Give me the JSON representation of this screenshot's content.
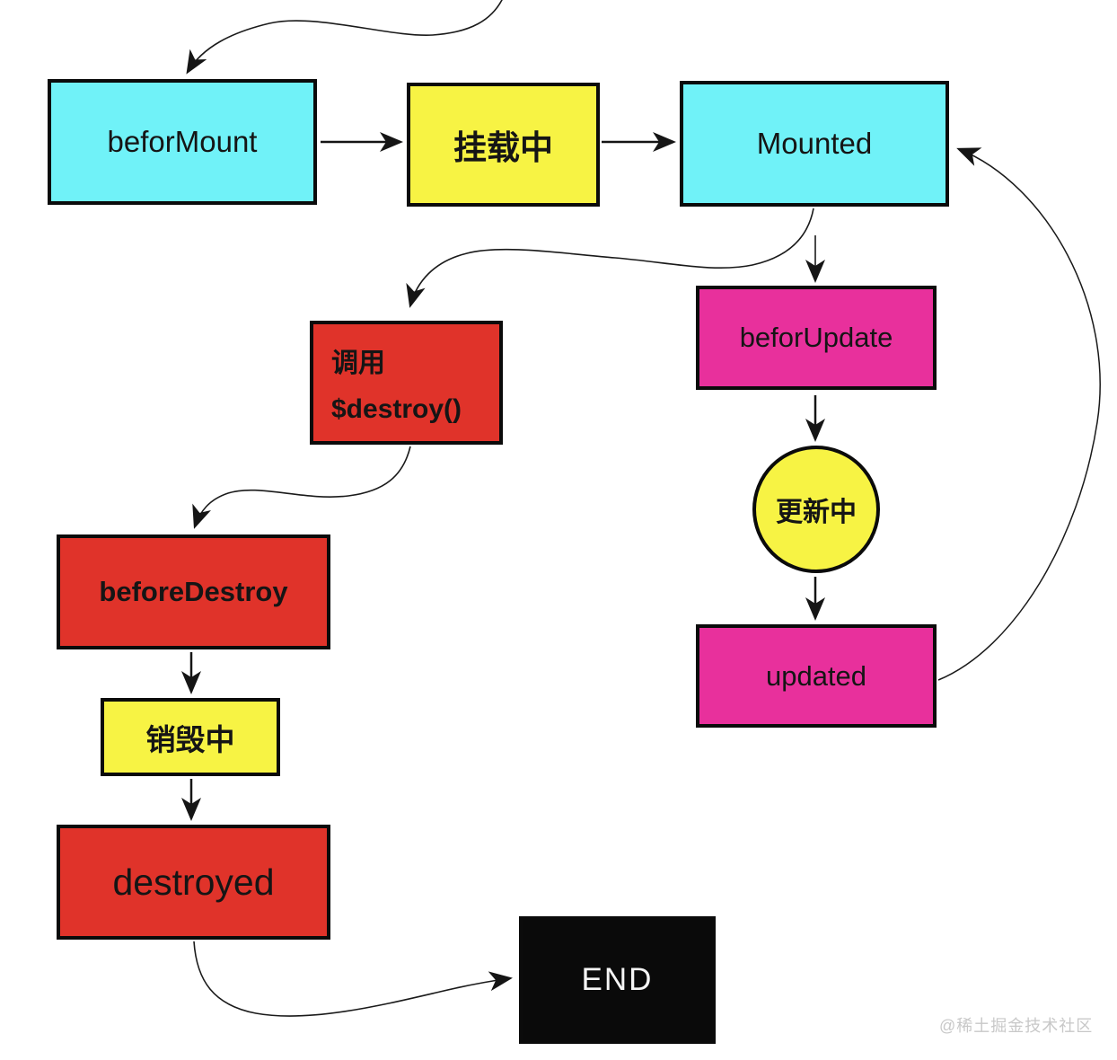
{
  "diagram": {
    "title_hint": "Vue lifecycle flowchart",
    "nodes": {
      "befor_mount": {
        "label": "beforMount"
      },
      "mounting": {
        "label": "挂载中"
      },
      "mounted": {
        "label": "Mounted"
      },
      "befor_update": {
        "label": "beforUpdate"
      },
      "updating": {
        "label": "更新中"
      },
      "updated": {
        "label": "updated"
      },
      "call_destroy": {
        "line1": "调用",
        "line2": "$destroy()"
      },
      "before_destroy": {
        "label": "beforeDestroy"
      },
      "destroying": {
        "label": "销毁中"
      },
      "destroyed": {
        "label": "destroyed"
      },
      "end": {
        "label": "END"
      }
    },
    "edges": [
      {
        "from": "offscreen-top",
        "to": "befor_mount"
      },
      {
        "from": "befor_mount",
        "to": "mounting"
      },
      {
        "from": "mounting",
        "to": "mounted"
      },
      {
        "from": "mounted",
        "to": "befor_update"
      },
      {
        "from": "befor_update",
        "to": "updating"
      },
      {
        "from": "updating",
        "to": "updated"
      },
      {
        "from": "updated",
        "to": "mounted"
      },
      {
        "from": "mounted",
        "to": "call_destroy"
      },
      {
        "from": "call_destroy",
        "to": "before_destroy"
      },
      {
        "from": "before_destroy",
        "to": "destroying"
      },
      {
        "from": "destroying",
        "to": "destroyed"
      },
      {
        "from": "destroyed",
        "to": "end"
      }
    ],
    "colors": {
      "cyan": "#70F2F8",
      "yellow": "#F7F344",
      "magenta": "#E8309C",
      "red": "#E0332A",
      "end_black": "#0A0A0A",
      "line": "#1A1A1A",
      "border": "#0B0B0B",
      "watermark_gray": "#C8C8C8"
    },
    "watermark": "@稀土掘金技术社区"
  }
}
